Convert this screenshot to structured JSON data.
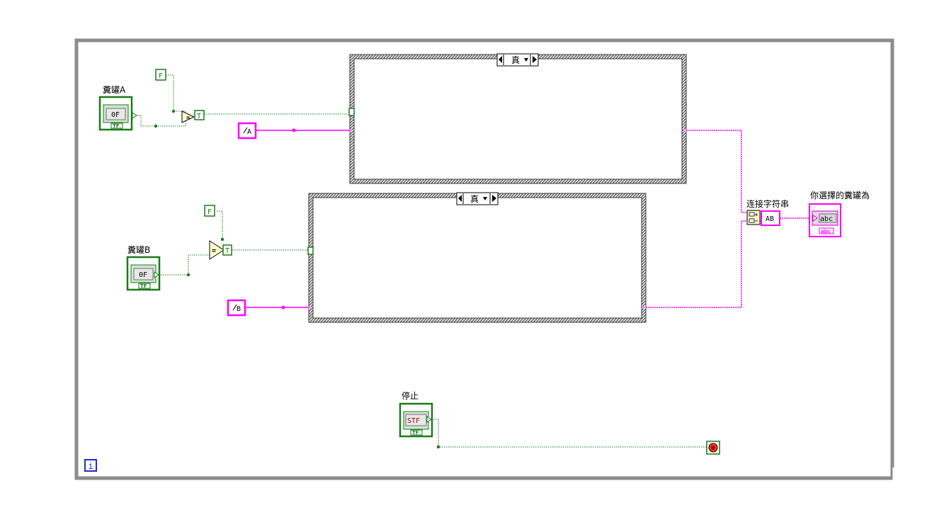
{
  "controls": {
    "jar_a_label": "糞罐A",
    "jar_b_label": "糞罐B",
    "stop_label": "停止",
    "bool_glyph": "0F",
    "tf_tag": "TF",
    "stop_glyph": "STF"
  },
  "constants": {
    "false_glyph": "F",
    "true_glyph": "T",
    "equal_glyph": "=",
    "string_a": "A",
    "string_b": "B"
  },
  "case_structures": {
    "top_selector": "真",
    "bottom_selector": "真"
  },
  "concat": {
    "label": "连接字符串",
    "output_glyph": "AB"
  },
  "indicator": {
    "label": "你選擇的糞罐為",
    "glyph": "abc",
    "tag": "abc"
  },
  "loop": {
    "iteration_glyph": "i"
  },
  "colors": {
    "boolean_wire": "#1a7a1a",
    "string_wire": "#ff00ff",
    "loop_border": "#888888",
    "case_border": "#505050"
  }
}
